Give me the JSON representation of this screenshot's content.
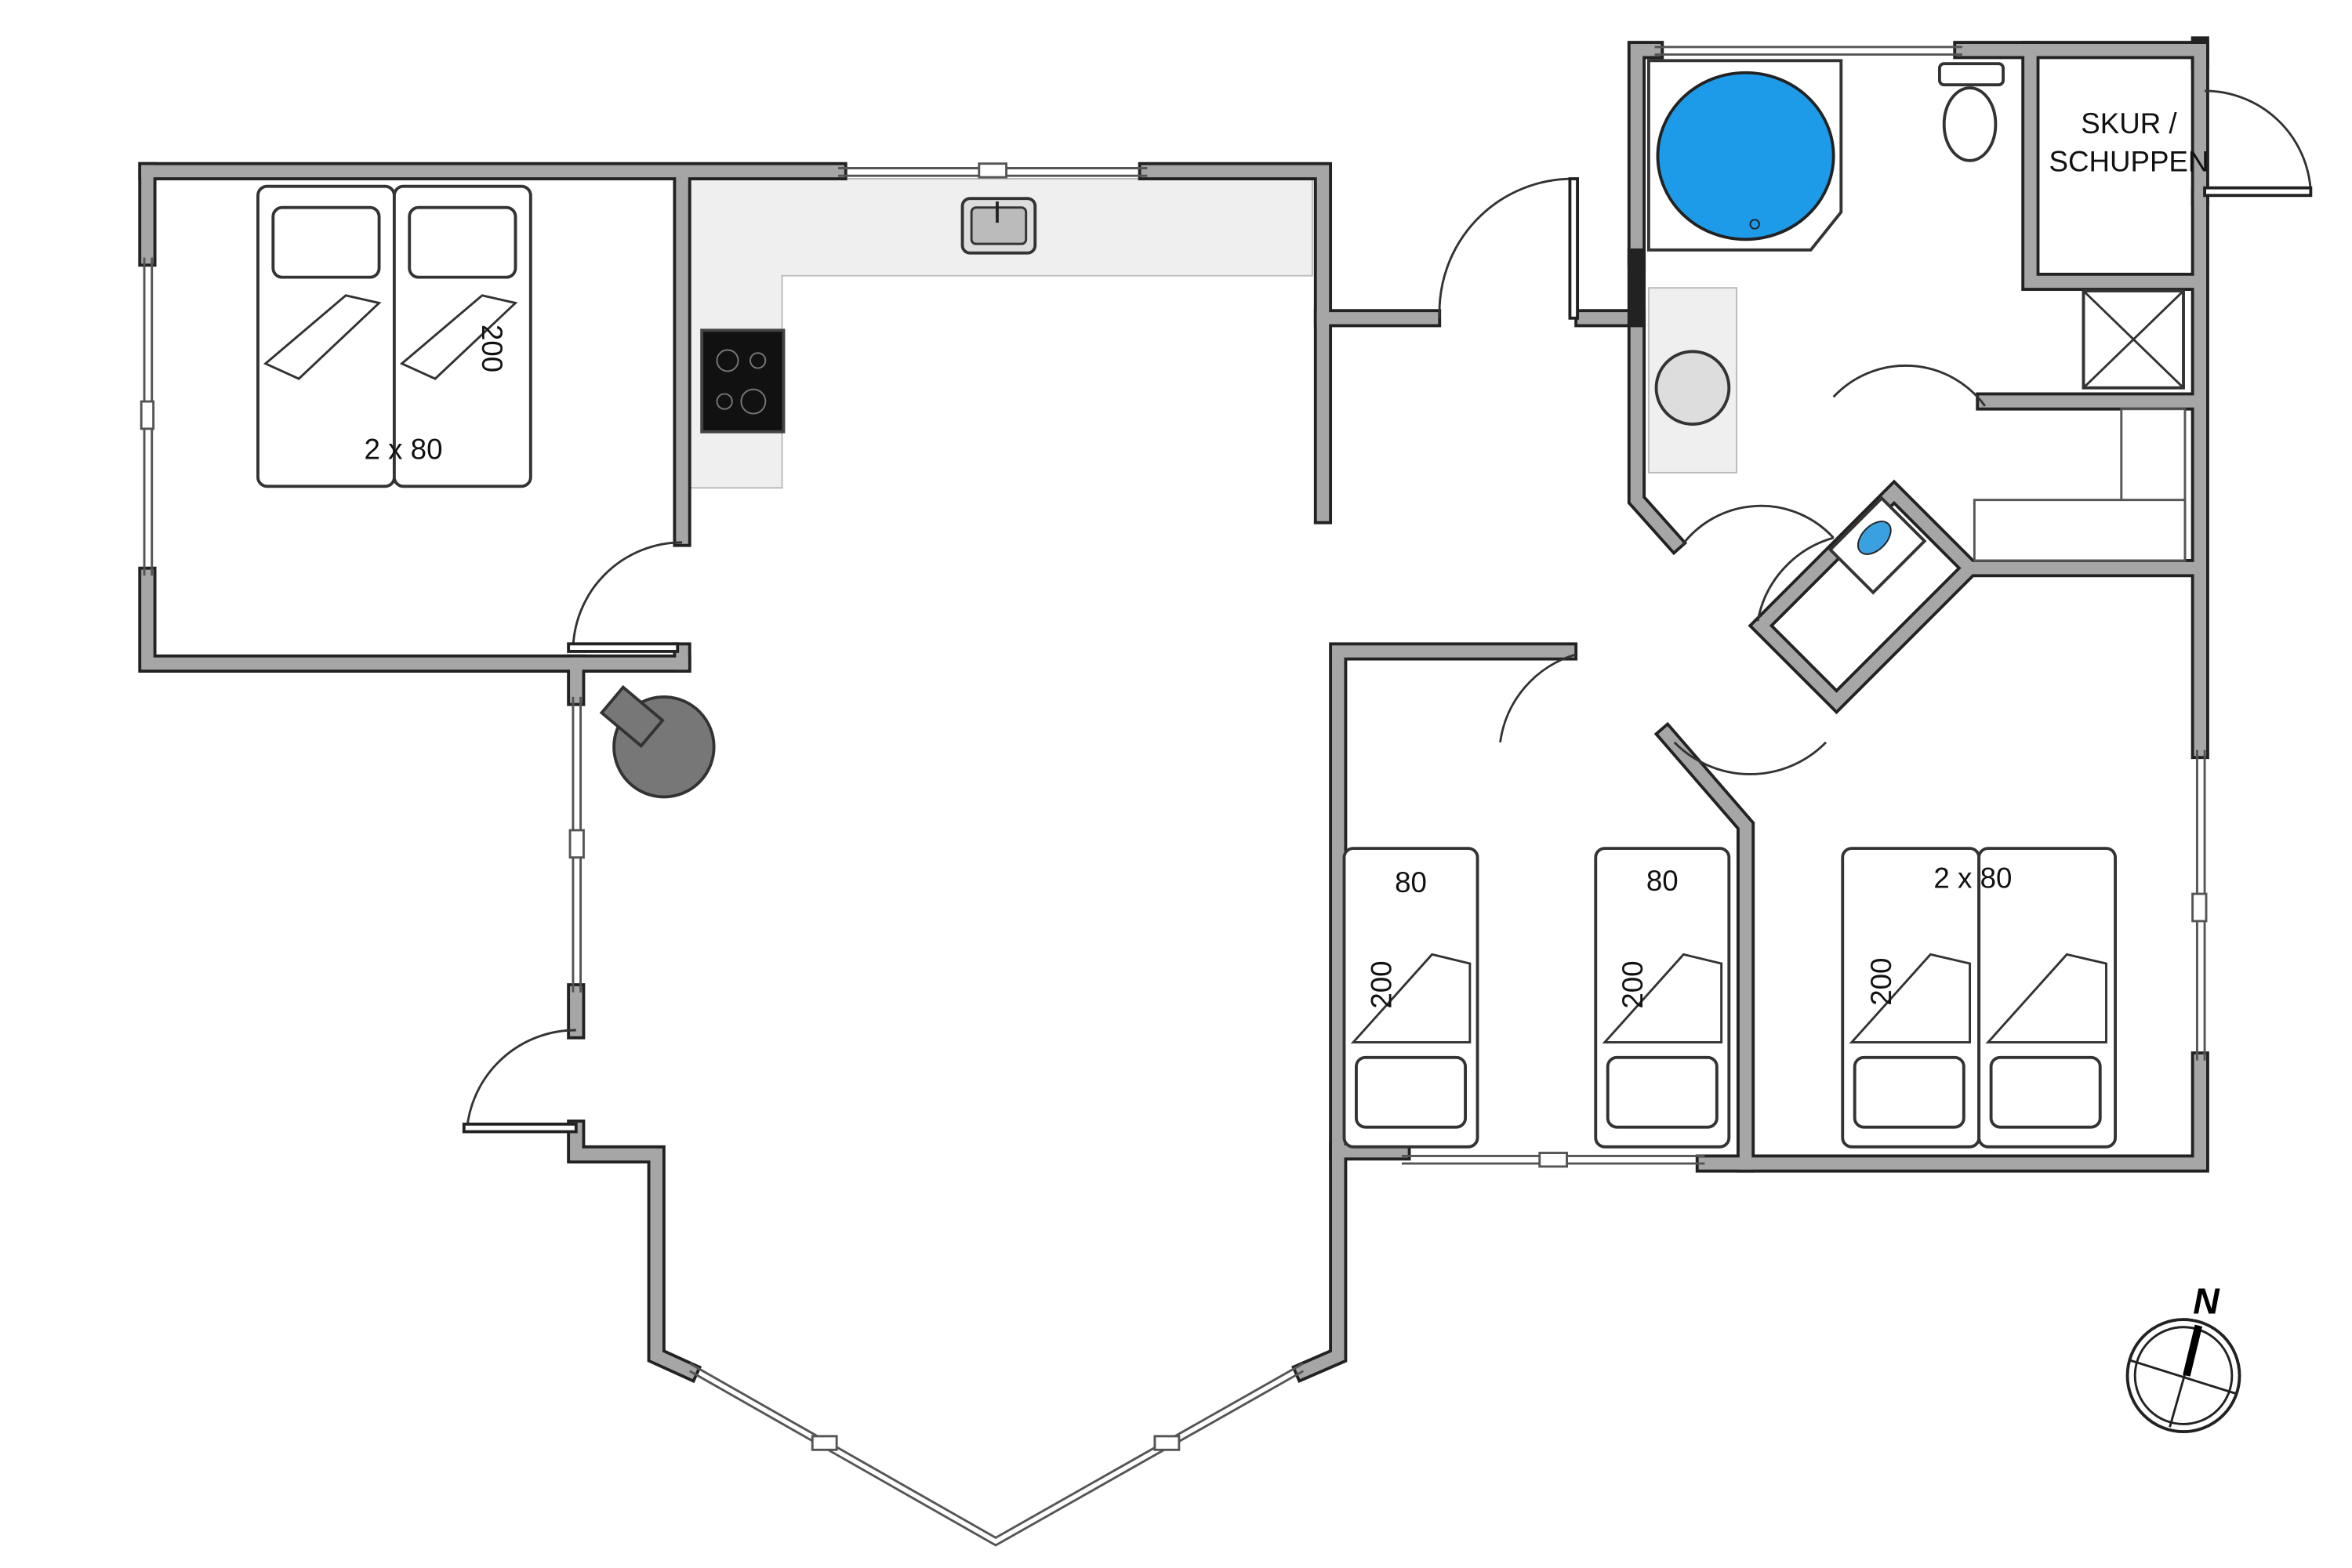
{
  "plan": {
    "bedroom_1": {
      "bed_width": "2 x 80",
      "bed_length": "200"
    },
    "bedroom_2": {
      "bed_a_width": "80",
      "bed_a_length": "200",
      "bed_b_width": "80",
      "bed_b_length": "200"
    },
    "bedroom_3": {
      "bed_width": "2 x 80",
      "bed_length": "200"
    },
    "shed": {
      "line1": "SKUR /",
      "line2": "SCHUPPEN"
    },
    "compass": {
      "label": "N"
    },
    "colors": {
      "wall": "#a6a6a6",
      "wall_edge": "#222222",
      "bathtub": "#1e9be8",
      "counter": "#efefef",
      "stove": "#111111"
    }
  }
}
